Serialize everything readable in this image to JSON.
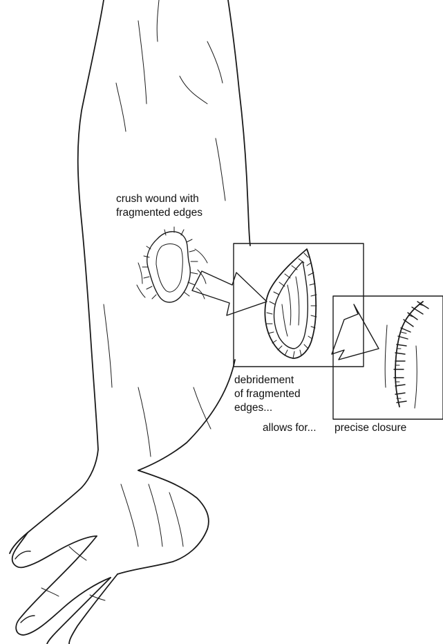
{
  "labels": {
    "crush_line1": "crush wound with",
    "crush_line2": "fragmented edges",
    "debride_line1": "debridement",
    "debride_line2": "of fragmented",
    "debride_line3": "edges...",
    "allows": "allows for...",
    "closure": "precise closure"
  },
  "colors": {
    "ink": "#1a1a1a",
    "paper": "#ffffff"
  }
}
